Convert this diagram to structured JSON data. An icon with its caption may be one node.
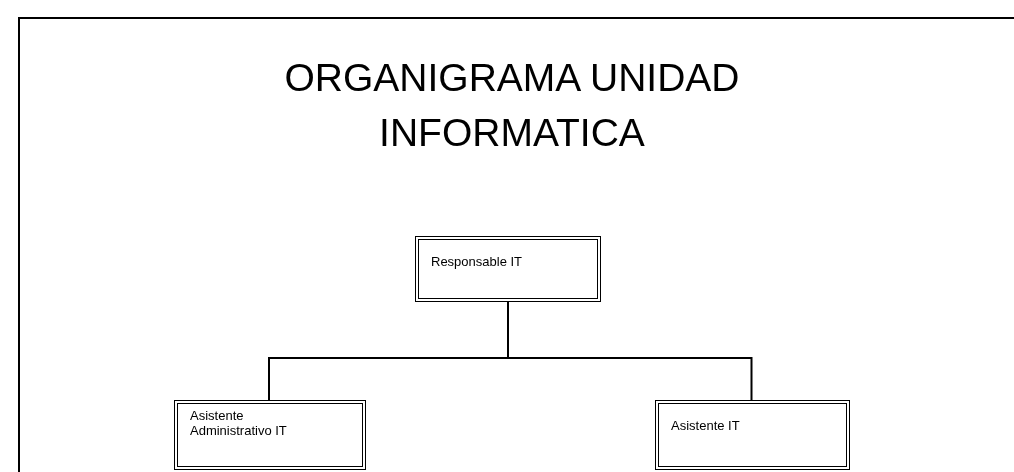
{
  "diagram": {
    "title": "ORGANIGRAMA UNIDAD INFORMATICA",
    "nodes": [
      {
        "text": [
          "Responsable IT"
        ]
      },
      {
        "text": [
          "Asistente Administrativo IT"
        ]
      },
      {
        "text": [
          "Asistente IT"
        ]
      }
    ],
    "edges": [
      {
        "from": 0,
        "to": 1,
        "arrow": "none"
      },
      {
        "from": 0,
        "to": 2,
        "arrow": "none"
      }
    ]
  }
}
